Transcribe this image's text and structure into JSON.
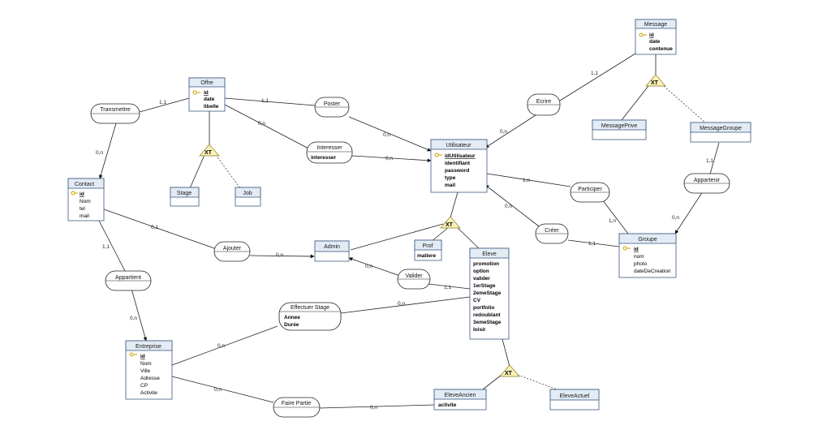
{
  "entities": {
    "message": {
      "title": "Message",
      "attrs": [
        "id",
        "date",
        "contenue"
      ],
      "key": "id"
    },
    "offre": {
      "title": "Offre",
      "attrs": [
        "id",
        "date",
        "libelle"
      ],
      "key": "id"
    },
    "utilisateur": {
      "title": "Utilisateur",
      "attrs": [
        "idUtilisateur",
        "identifiant",
        "password",
        "type",
        "mail"
      ],
      "key": "idUtilisateur"
    },
    "contact": {
      "title": "Contact",
      "attrs": [
        "id",
        "Nom",
        "tel",
        "mail"
      ],
      "key": "id"
    },
    "groupe": {
      "title": "Groupe",
      "attrs": [
        "id",
        "nom",
        "photo",
        "dateDeCreation"
      ],
      "key": "id"
    },
    "eleve": {
      "title": "Eleve",
      "attrs": [
        "promotion",
        "option",
        "valider",
        "1erStage",
        "2emeStage",
        "CV",
        "portfolio",
        "redoublant",
        "3emeStage",
        "loisir"
      ]
    },
    "entreprise": {
      "title": "Entreprise",
      "attrs": [
        "id",
        "Nom",
        "Ville",
        "Adresse",
        "CP",
        "Activite"
      ],
      "key": "id"
    },
    "prof": {
      "title": "Prof",
      "attrs": [
        "matiere"
      ]
    },
    "eleveancien": {
      "title": "EleveAncien",
      "attrs": [
        "activite"
      ]
    },
    "messageprive": {
      "title": "MessagePrive",
      "attrs": []
    },
    "messagegroupe": {
      "title": "MessageGroupe",
      "attrs": []
    },
    "stage": {
      "title": "Stage",
      "attrs": []
    },
    "job": {
      "title": "Job",
      "attrs": []
    },
    "admin": {
      "title": "Admin",
      "attrs": []
    },
    "eleveactuel": {
      "title": "EleveActuel",
      "attrs": []
    }
  },
  "relations": {
    "transmettre": {
      "title": "Transmettre",
      "attrs": []
    },
    "poster": {
      "title": "Poster",
      "attrs": []
    },
    "interesser": {
      "title": "Interesser",
      "attrs": [
        "interesser"
      ]
    },
    "ecrire": {
      "title": "Ecrire",
      "attrs": []
    },
    "participer": {
      "title": "Participer",
      "attrs": []
    },
    "appartenir": {
      "title": "Appartenir",
      "attrs": []
    },
    "creer": {
      "title": "Créer",
      "attrs": []
    },
    "ajouter": {
      "title": "Ajouter",
      "attrs": []
    },
    "valider": {
      "title": "Valider",
      "attrs": []
    },
    "appartient": {
      "title": "Appartient",
      "attrs": []
    },
    "effectuer": {
      "title": "Effectuer Stage",
      "attrs": [
        "Annee",
        "Durée"
      ]
    },
    "fairepartie": {
      "title": "Faire Partie",
      "attrs": []
    }
  },
  "xt_label": "XT",
  "cardinalities": {
    "offre_transmettre": "1,1",
    "transmettre_contact": "0,n",
    "offre_poster": "1,1",
    "poster_util": "0,n",
    "offre_interesser": "0,n",
    "interesser_util": "0,n",
    "message_ecrire": "1,1",
    "ecrire_util": "0,n",
    "msggroupe_appartenir": "1,1",
    "appartenir_groupe": "0,n",
    "util_participer": "1,n",
    "participer_groupe": "1,n",
    "creer_util": "0,n",
    "creer_groupe": "1,1",
    "contact_ajouter": "0,1",
    "ajouter_admin": "0,n",
    "valider_admin": "0,n",
    "valider_eleve": "1,1",
    "contact_appartient": "1,1",
    "appartient_entreprise": "0,n",
    "effectuer_eleve": "0,n",
    "effectuer_entreprise": "0,n",
    "fairepartie_entreprise": "0,n",
    "fairepartie_eleveancien": "0,n"
  },
  "colors": {
    "entity_header": "#e3ebf5",
    "entity_body": "#ffffff",
    "entity_border": "#3d5a80",
    "xt_fill": "#fbf3b8",
    "key_icon": "#c9a300"
  }
}
